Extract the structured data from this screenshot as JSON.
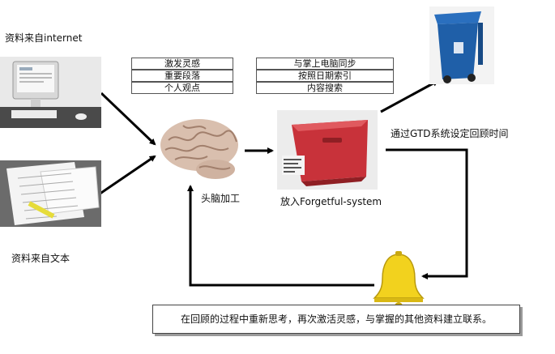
{
  "labels": {
    "source_internet": "资料来自internet",
    "source_text": "资料来自文本",
    "brain": "头脑加工",
    "forgetful": "放入Forgetful-system",
    "gtd": "通过GTD系统设定回顾时间",
    "review": "在回顾的过程中重新思考，再次激活灵感，与掌握的其他资料建立联系。"
  },
  "left_tags": [
    "激发灵感",
    "重要段落",
    "个人观点"
  ],
  "right_tags": [
    "与掌上电脑同步",
    "按照日期索引",
    "内容搜索"
  ],
  "icons": {
    "computer": "computer-icon",
    "papers": "papers-icon",
    "brain": "brain-icon",
    "box": "storage-box-icon",
    "bin": "trash-bin-icon",
    "bell": "bell-icon"
  },
  "colors": {
    "box": "#c8323a",
    "bin": "#1f5fa8",
    "bell": "#f2d21e",
    "arrow": "#000000"
  }
}
